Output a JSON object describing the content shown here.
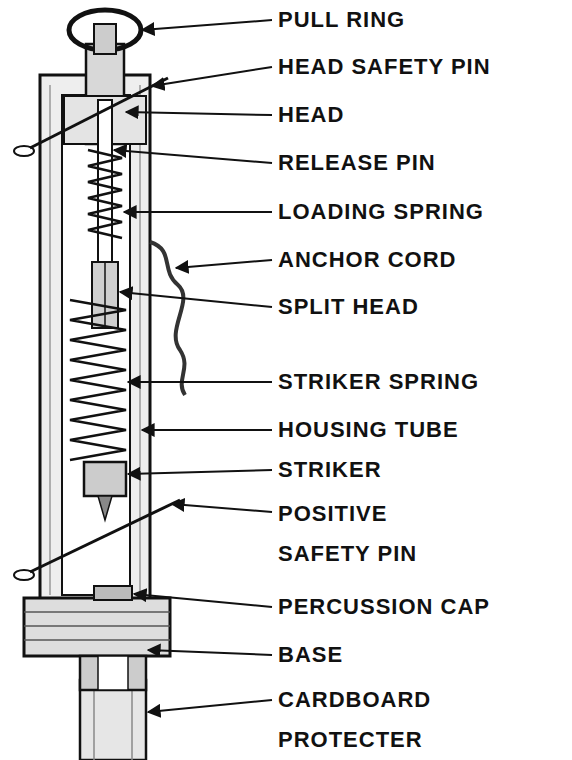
{
  "diagram": {
    "labels": [
      "PULL RING",
      "HEAD SAFETY PIN",
      "HEAD",
      "RELEASE PIN",
      "LOADING SPRING",
      "ANCHOR CORD",
      "SPLIT HEAD",
      "STRIKER SPRING",
      "HOUSING TUBE",
      "STRIKER",
      "POSITIVE SAFETY PIN",
      "PERCUSSION CAP",
      "BASE",
      "CARDBOARD PROTECTER"
    ]
  }
}
